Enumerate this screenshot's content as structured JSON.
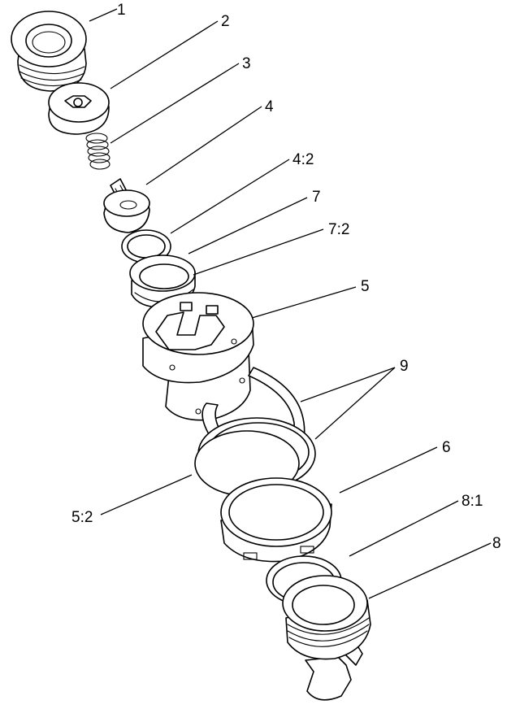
{
  "diagram": {
    "callouts": {
      "c1": "1",
      "c2": "2",
      "c3": "3",
      "c4": "4",
      "c4_2": "4:2",
      "c7": "7",
      "c7_2": "7:2",
      "c5": "5",
      "c9": "9",
      "c6": "6",
      "c5_2": "5:2",
      "c8_1": "8:1",
      "c8": "8"
    }
  }
}
